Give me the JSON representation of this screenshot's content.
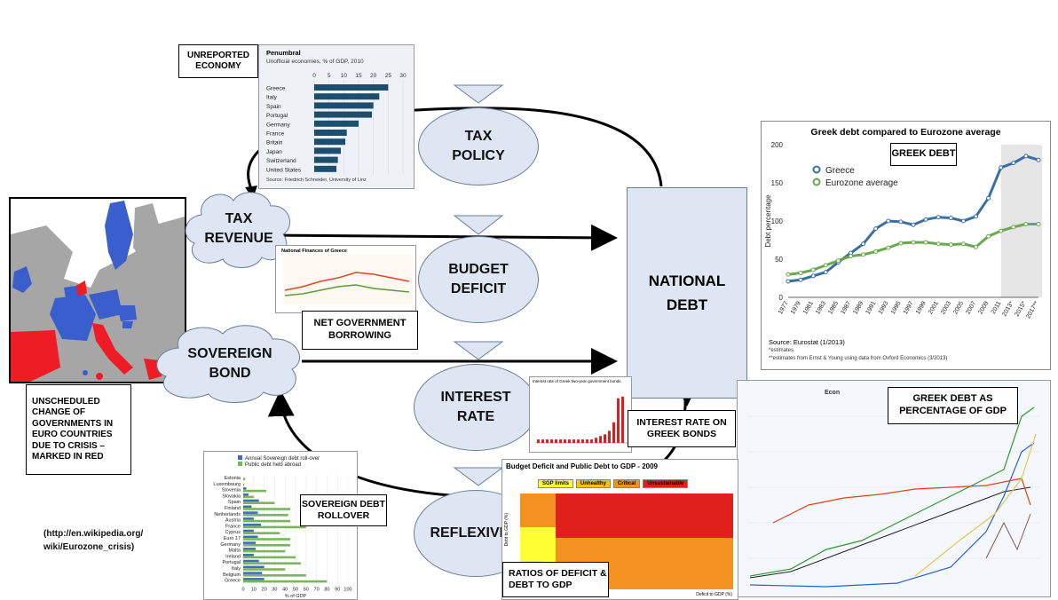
{
  "nodes": {
    "tax_policy": "TAX POLICY",
    "budget_deficit": "BUDGET DEFICIT",
    "interest_rate": "INTEREST RATE",
    "reflexivity": "REFLEXIVITY",
    "tax_revenue": "TAX REVENUE",
    "sovereign_bond": "SOVEREIGN BOND",
    "national_debt": "NATIONAL DEBT"
  },
  "labels": {
    "unreported_economy": "UNREPORTED ECONOMY",
    "greek_debt": "GREEK DEBT",
    "net_gov_borrowing": "NET GOVERNMENT BORROWING",
    "interest_rate_greek_bonds": "INTEREST RATE ON GREEK BONDS",
    "greek_debt_pct": "GREEK DEBT AS PERCENTAGE OF GDP",
    "sovereign_debt_rollover": "SOVEREIGN DEBT ROLLOVER",
    "ratios": "RATIOS OF DEFICIT & DEBT TO GDP",
    "map_caption": "UNSCHEDULED CHANGE OF GOVERNMENTS IN EURO COUNTRIES DUE TO CRISIS – MARKED IN RED",
    "source_link": "(http://en.wikipedia.org/ wiki/Eurozone_crisis)"
  },
  "penumbral": {
    "title": "Penumbral",
    "subtitle": "Unofficial economies, % of GDP, 2010",
    "source": "Source: Friedrich Schneider, University of Linz",
    "ticks": [
      "0",
      "5",
      "10",
      "15",
      "20",
      "25",
      "30"
    ],
    "countries": [
      "Greece",
      "Italy",
      "Spain",
      "Portugal",
      "Germany",
      "France",
      "Britain",
      "Japan",
      "Switzerland",
      "United States"
    ],
    "values": [
      25,
      22,
      20,
      19.5,
      15,
      11,
      10.5,
      9,
      8,
      7.5
    ]
  },
  "chart_data": [
    {
      "type": "line",
      "title": "Greek debt compared to Eurozone average",
      "ylabel": "Debt percentage",
      "ylim": [
        0,
        200
      ],
      "yticks": [
        "0",
        "50",
        "100",
        "150",
        "200"
      ],
      "x": [
        "1977",
        "1979",
        "1981",
        "1983",
        "1985",
        "1987",
        "1989",
        "1991",
        "1993",
        "1995",
        "1997",
        "1999",
        "2001",
        "2003",
        "2005",
        "2007",
        "2009",
        "2011",
        "2013*",
        "2015*",
        "2017**"
      ],
      "series": [
        {
          "name": "Greece",
          "color": "#3a6ea5",
          "values": [
            21,
            23,
            28,
            33,
            46,
            58,
            70,
            90,
            100,
            99,
            95,
            102,
            105,
            104,
            100,
            106,
            130,
            170,
            176,
            185,
            180
          ]
        },
        {
          "name": "Eurozone average",
          "color": "#6aa84f",
          "values": [
            30,
            32,
            36,
            42,
            48,
            54,
            56,
            60,
            65,
            71,
            72,
            72,
            70,
            69,
            70,
            66,
            80,
            87,
            92,
            96,
            96
          ]
        }
      ],
      "legend": "top-left",
      "source": "Source: Eurostat (1/2013)",
      "notes": [
        "*estimates",
        "**estimates from Ernst & Young using data from Oxford Economics (3/2013)"
      ]
    }
  ],
  "thumbs": {
    "national_finances_title": "National Finances of Greece",
    "interest_title": "Interest rate of Greek two-year government bonds",
    "interest_values": [
      2,
      2,
      2,
      2,
      2,
      2,
      2,
      2,
      2,
      2,
      2,
      2,
      2,
      3,
      4,
      5,
      7,
      12,
      26,
      27
    ],
    "rollover_legend": [
      "Annual Sovereign debt roll-over",
      "Public debt held abroad"
    ],
    "rollover_countries": [
      "Estonia",
      "Luxembourg",
      "Slovenia",
      "Slovakia",
      "Spain",
      "Finland",
      "Netherlands",
      "Austria",
      "France",
      "Cyprus",
      "Euro 17",
      "Germany",
      "Malta",
      "Ireland",
      "Portugal",
      "Italy",
      "Belgium",
      "Greece"
    ],
    "rollover_a": [
      0,
      0,
      3,
      5,
      15,
      8,
      14,
      10,
      17,
      10,
      14,
      12,
      12,
      10,
      15,
      20,
      18,
      20
    ],
    "rollover_b": [
      2,
      1,
      22,
      10,
      30,
      45,
      43,
      45,
      60,
      35,
      45,
      45,
      40,
      50,
      55,
      40,
      60,
      80
    ],
    "rollover_ticks": [
      "0",
      "10",
      "20",
      "30",
      "40",
      "50",
      "60",
      "70",
      "80",
      "90",
      "100"
    ],
    "rollover_xlabel": "% of GDP",
    "ratios_title": "Budget Deficit and Public Debt to GDP - 2009",
    "ratios_legend": [
      "SGP limits",
      "Unhealthy",
      "Critical",
      "Unsustainable"
    ],
    "ratios_xlabel": "Deficit to GDP (%)",
    "ratios_ylabel": "Debt to GDP (%)",
    "econ_label": "Econ"
  },
  "colors": {
    "node_fill": "#dde6f2",
    "node_border": "#6a7e99",
    "map_blue": "#3a5fcd",
    "map_red": "#ee1c25",
    "map_grey": "#a6a6a6"
  }
}
